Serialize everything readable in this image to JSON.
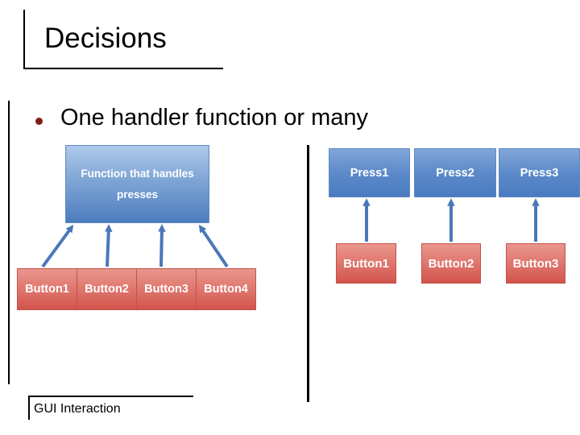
{
  "slide": {
    "title": "Decisions",
    "bullet_text": "One handler function or many",
    "footer": "GUI Interaction"
  },
  "left_diagram": {
    "handler_box_label": "Function that handles presses",
    "buttons": [
      "Button1",
      "Button2",
      "Button3",
      "Button4"
    ]
  },
  "right_diagram": {
    "press_boxes": [
      "Press1",
      "Press2",
      "Press3"
    ],
    "buttons": [
      "Button1",
      "Button2",
      "Button3"
    ]
  },
  "icons": {
    "bullet": "filled-circle",
    "arrow": "up-arrow"
  },
  "colors": {
    "blue_box_top": "#aec9ea",
    "blue_box_bottom": "#4c7dbe",
    "blue_box_border": "#5e89c0",
    "red_box_top": "#ea968d",
    "red_box_bottom": "#d2544c",
    "red_box_border": "#c4524b",
    "arrow": "#4a78b8",
    "bullet_dot": "#7f1d18",
    "rule_line": "#000000",
    "box_text": "#ffffff"
  }
}
